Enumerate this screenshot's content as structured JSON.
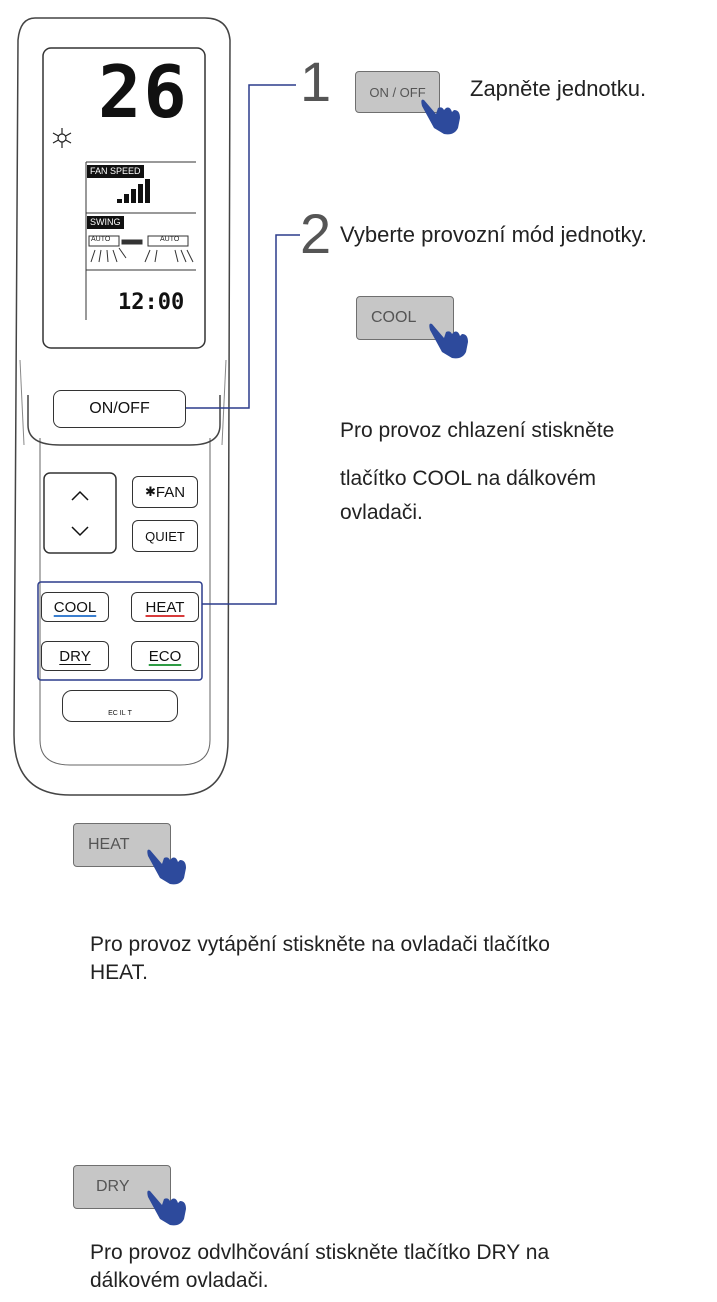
{
  "remote": {
    "display": {
      "temperature": "26",
      "fan_speed_label": "FAN SPEED",
      "swing_label": "SWING",
      "swing_auto_left": "AUTO",
      "swing_auto_right": "AUTO",
      "time": "12:00"
    },
    "buttons": {
      "onoff": "ON/OFF",
      "fan": "FAN",
      "quiet": "QUIET",
      "cool": "COOL",
      "heat": "HEAT",
      "dry": "DRY",
      "eco": "ECO",
      "eco_small_left": "EC",
      "eco_small_mid": "IL",
      "eco_small_right": "T"
    }
  },
  "steps": {
    "step1_number": "1",
    "step1_button": "ON / OFF",
    "step1_text": "Zapněte jednotku.",
    "step2_number": "2",
    "step2_text": "Vyberte provozní mód jednotky."
  },
  "cool": {
    "button": "COOL",
    "text_line1": "Pro provoz chlazení stiskněte",
    "text_line2": "tlačítko COOL na dálkovém",
    "text_line3": "ovladači."
  },
  "heat": {
    "button": "HEAT",
    "text_line1": "Pro provoz vytápění stiskněte na ovladači tlačítko",
    "text_line2": "HEAT."
  },
  "dry": {
    "button": "DRY",
    "text_line1": "Pro provoz odvlhčování stiskněte tlačítko DRY na",
    "text_line2": "dálkovém ovladači."
  },
  "colors": {
    "hand": "#2d4a9c",
    "connector": "#2b3c8c",
    "cool_underline": "#3a7fd0",
    "heat_underline": "#d83a3a",
    "eco_underline": "#2e9c44"
  }
}
